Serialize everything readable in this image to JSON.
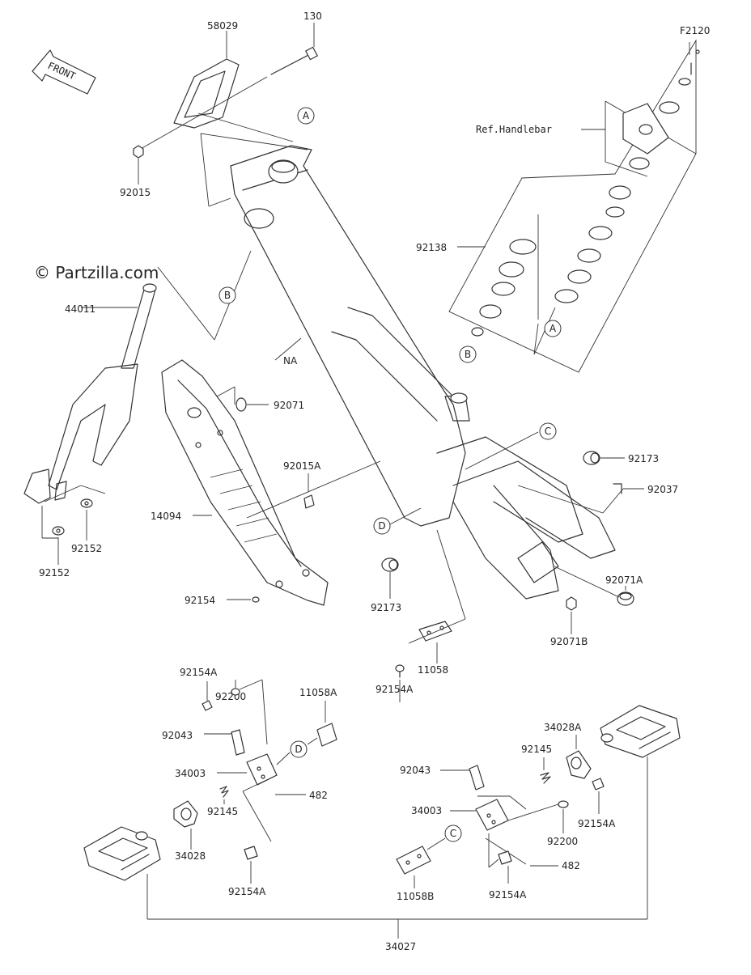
{
  "watermark": "© Partzilla.com",
  "front_label": "FRONT",
  "ref_handlebar": "Ref.Handlebar",
  "parts": {
    "p58029": "58029",
    "p130": "130",
    "pF2120": "F2120",
    "p92015": "92015",
    "p92138": "92138",
    "p44011": "44011",
    "pNA": "NA",
    "p92071": "92071",
    "p92015A": "92015A",
    "p14094": "14094",
    "p92152a": "92152",
    "p92152b": "92152",
    "p92154": "92154",
    "p92173a": "92173",
    "p92173b": "92173",
    "p92037": "92037",
    "p92071A": "92071A",
    "p92071B": "92071B",
    "p11058": "11058",
    "p92154A_mid": "92154A",
    "p92200_l": "92200",
    "p92154A_l1": "92154A",
    "p11058A": "11058A",
    "p92043_l": "92043",
    "p34003_l": "34003",
    "p482_l": "482",
    "p92145_l": "92145",
    "p34028": "34028",
    "p92154A_l2": "92154A",
    "p34028A": "34028A",
    "p92145_r": "92145",
    "p92043_r": "92043",
    "p34003_r": "34003",
    "p92154A_r1": "92154A",
    "p92200_r": "92200",
    "p482_r": "482",
    "p11058B": "11058B",
    "p92154A_r2": "92154A",
    "p34027": "34027"
  },
  "refs": {
    "A": "A",
    "B": "B",
    "C": "C",
    "D": "D"
  }
}
